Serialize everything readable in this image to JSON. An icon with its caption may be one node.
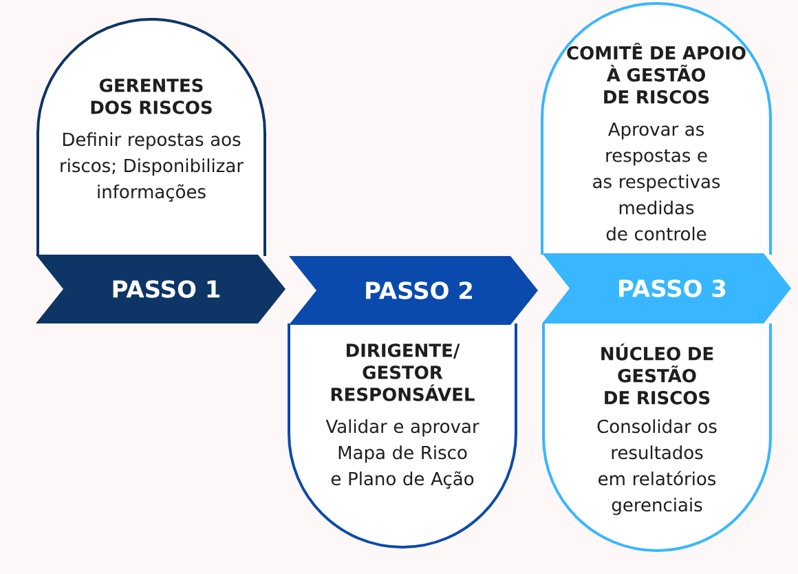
{
  "diagram": {
    "nodes": [
      {
        "text": [
          "GERENTES DOS RISCOS",
          "Definir repostas aos riscos; Disponibilizar informações"
        ]
      },
      {
        "text": [
          "COMITÊ DE APOIO À GESTÃO DE RISCOS",
          "Aprovar as respostas e as respectivas medidas de controle"
        ]
      },
      {
        "text": [
          "PASSO 1"
        ]
      },
      {
        "text": [
          "PASSO 2"
        ]
      },
      {
        "text": [
          "PASSO 3"
        ]
      },
      {
        "text": [
          "DIRIGENTE/ GESTOR RESPONSÁVEL",
          "Validar e aprovar Mapa de Risco e Plano de Ação"
        ]
      },
      {
        "text": [
          "NÚCLEO DE GESTÃO DE RISCOS",
          "Consolidar os resultados em relatórios gerenciais"
        ]
      }
    ]
  }
}
